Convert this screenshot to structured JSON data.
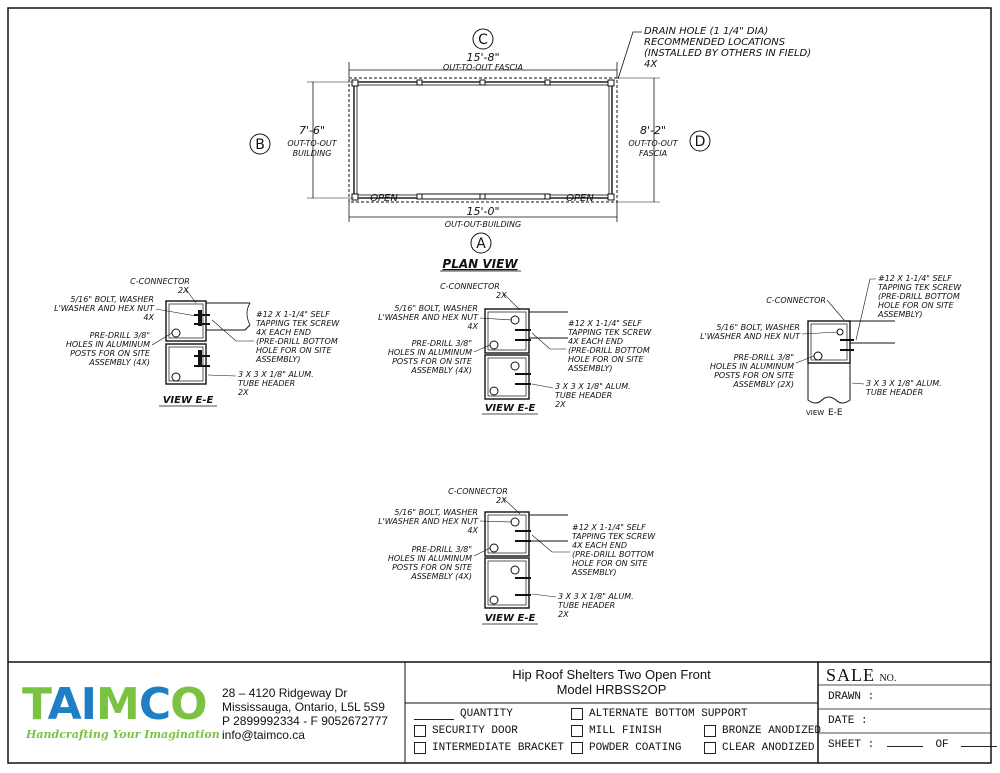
{
  "plan": {
    "circle_c": "C",
    "circle_b": "B",
    "circle_d": "D",
    "circle_a": "A",
    "top_dim": "15'-8\"",
    "top_dim_sub": "OUT-TO-OUT FASCIA",
    "bottom_dim": "15'-0\"",
    "bottom_dim_sub": "OUT-OUT-BUILDING",
    "left_dim": "7'-6\"",
    "left_dim_sub1": "OUT-TO-OUT",
    "left_dim_sub2": "BUILDING",
    "right_dim": "8'-2\"",
    "right_dim_sub1": "OUT-TO-OUT",
    "right_dim_sub2": "FASCIA",
    "open_left": "OPEN",
    "open_right": "OPEN",
    "drain_line1": "DRAIN HOLE (1 1/4\" DIA)",
    "drain_line2": "RECOMMENDED LOCATIONS",
    "drain_line3": "(INSTALLED BY OTHERS IN FIELD)",
    "drain_line4": "4X",
    "title": "PLAN VIEW"
  },
  "detail": {
    "c_connector": "C-CONNECTOR",
    "c_connector_qty": "2X",
    "bolt_line1": "5/16\" BOLT, WASHER",
    "bolt_line2": "L'WASHER AND HEX NUT",
    "bolt_qty": "4X",
    "predrill_line1": "PRE-DRILL 3/8\"",
    "predrill_line2": "HOLES IN ALUMINUM",
    "predrill_line3": "POSTS FOR ON SITE",
    "predrill_line4": "ASSEMBLY (4X)",
    "predrill_line4_2x": "ASSEMBLY (2X)",
    "screw_line1": "#12 X 1-1/4\" SELF",
    "screw_line2": "TAPPING TEK SCREW",
    "screw_line3": "4X EACH END",
    "screw_line4": "(PRE-DRILL BOTTOM",
    "screw_line5": "HOLE FOR ON SITE",
    "screw_line6": "ASSEMBLY)",
    "tube_line1": "3 X 3 X 1/8\" ALUM.",
    "tube_line2": "TUBE HEADER",
    "tube_qty": "2X",
    "view_title": "VIEW E-E",
    "view_word": "VIEW",
    "view_ee": "E-E"
  },
  "title_block": {
    "company_logo": "TAIMCO",
    "tagline": "Handcrafting Your Imagination",
    "address1": "28 – 4120 Ridgeway Dr",
    "address2": "Mississauga, Ontario, L5L 5S9",
    "phone": "P 2899992334 - F 9052672777",
    "email": "info@taimco.ca",
    "title1": "Hip Roof Shelters Two Open Front",
    "title2": "Model HRBSS2OP",
    "quantity": "QUANTITY",
    "opt_security_door": "SECURITY DOOR",
    "opt_intermediate_bracket": "INTERMEDIATE BRACKET",
    "opt_alternate_bottom": "ALTERNATE BOTTOM SUPPORT",
    "opt_mill_finish": "MILL FINISH",
    "opt_powder_coating": "POWDER COATING",
    "opt_bronze": "BRONZE ANODIZED",
    "opt_clear": "CLEAR ANODIZED",
    "sale": "SALE",
    "sale_no": "NO.",
    "drawn": "DRAWN :",
    "date": "DATE :",
    "sheet": "SHEET :",
    "of": "OF",
    "logo_green": "#7cc242",
    "logo_blue": "#1f7fc4"
  }
}
